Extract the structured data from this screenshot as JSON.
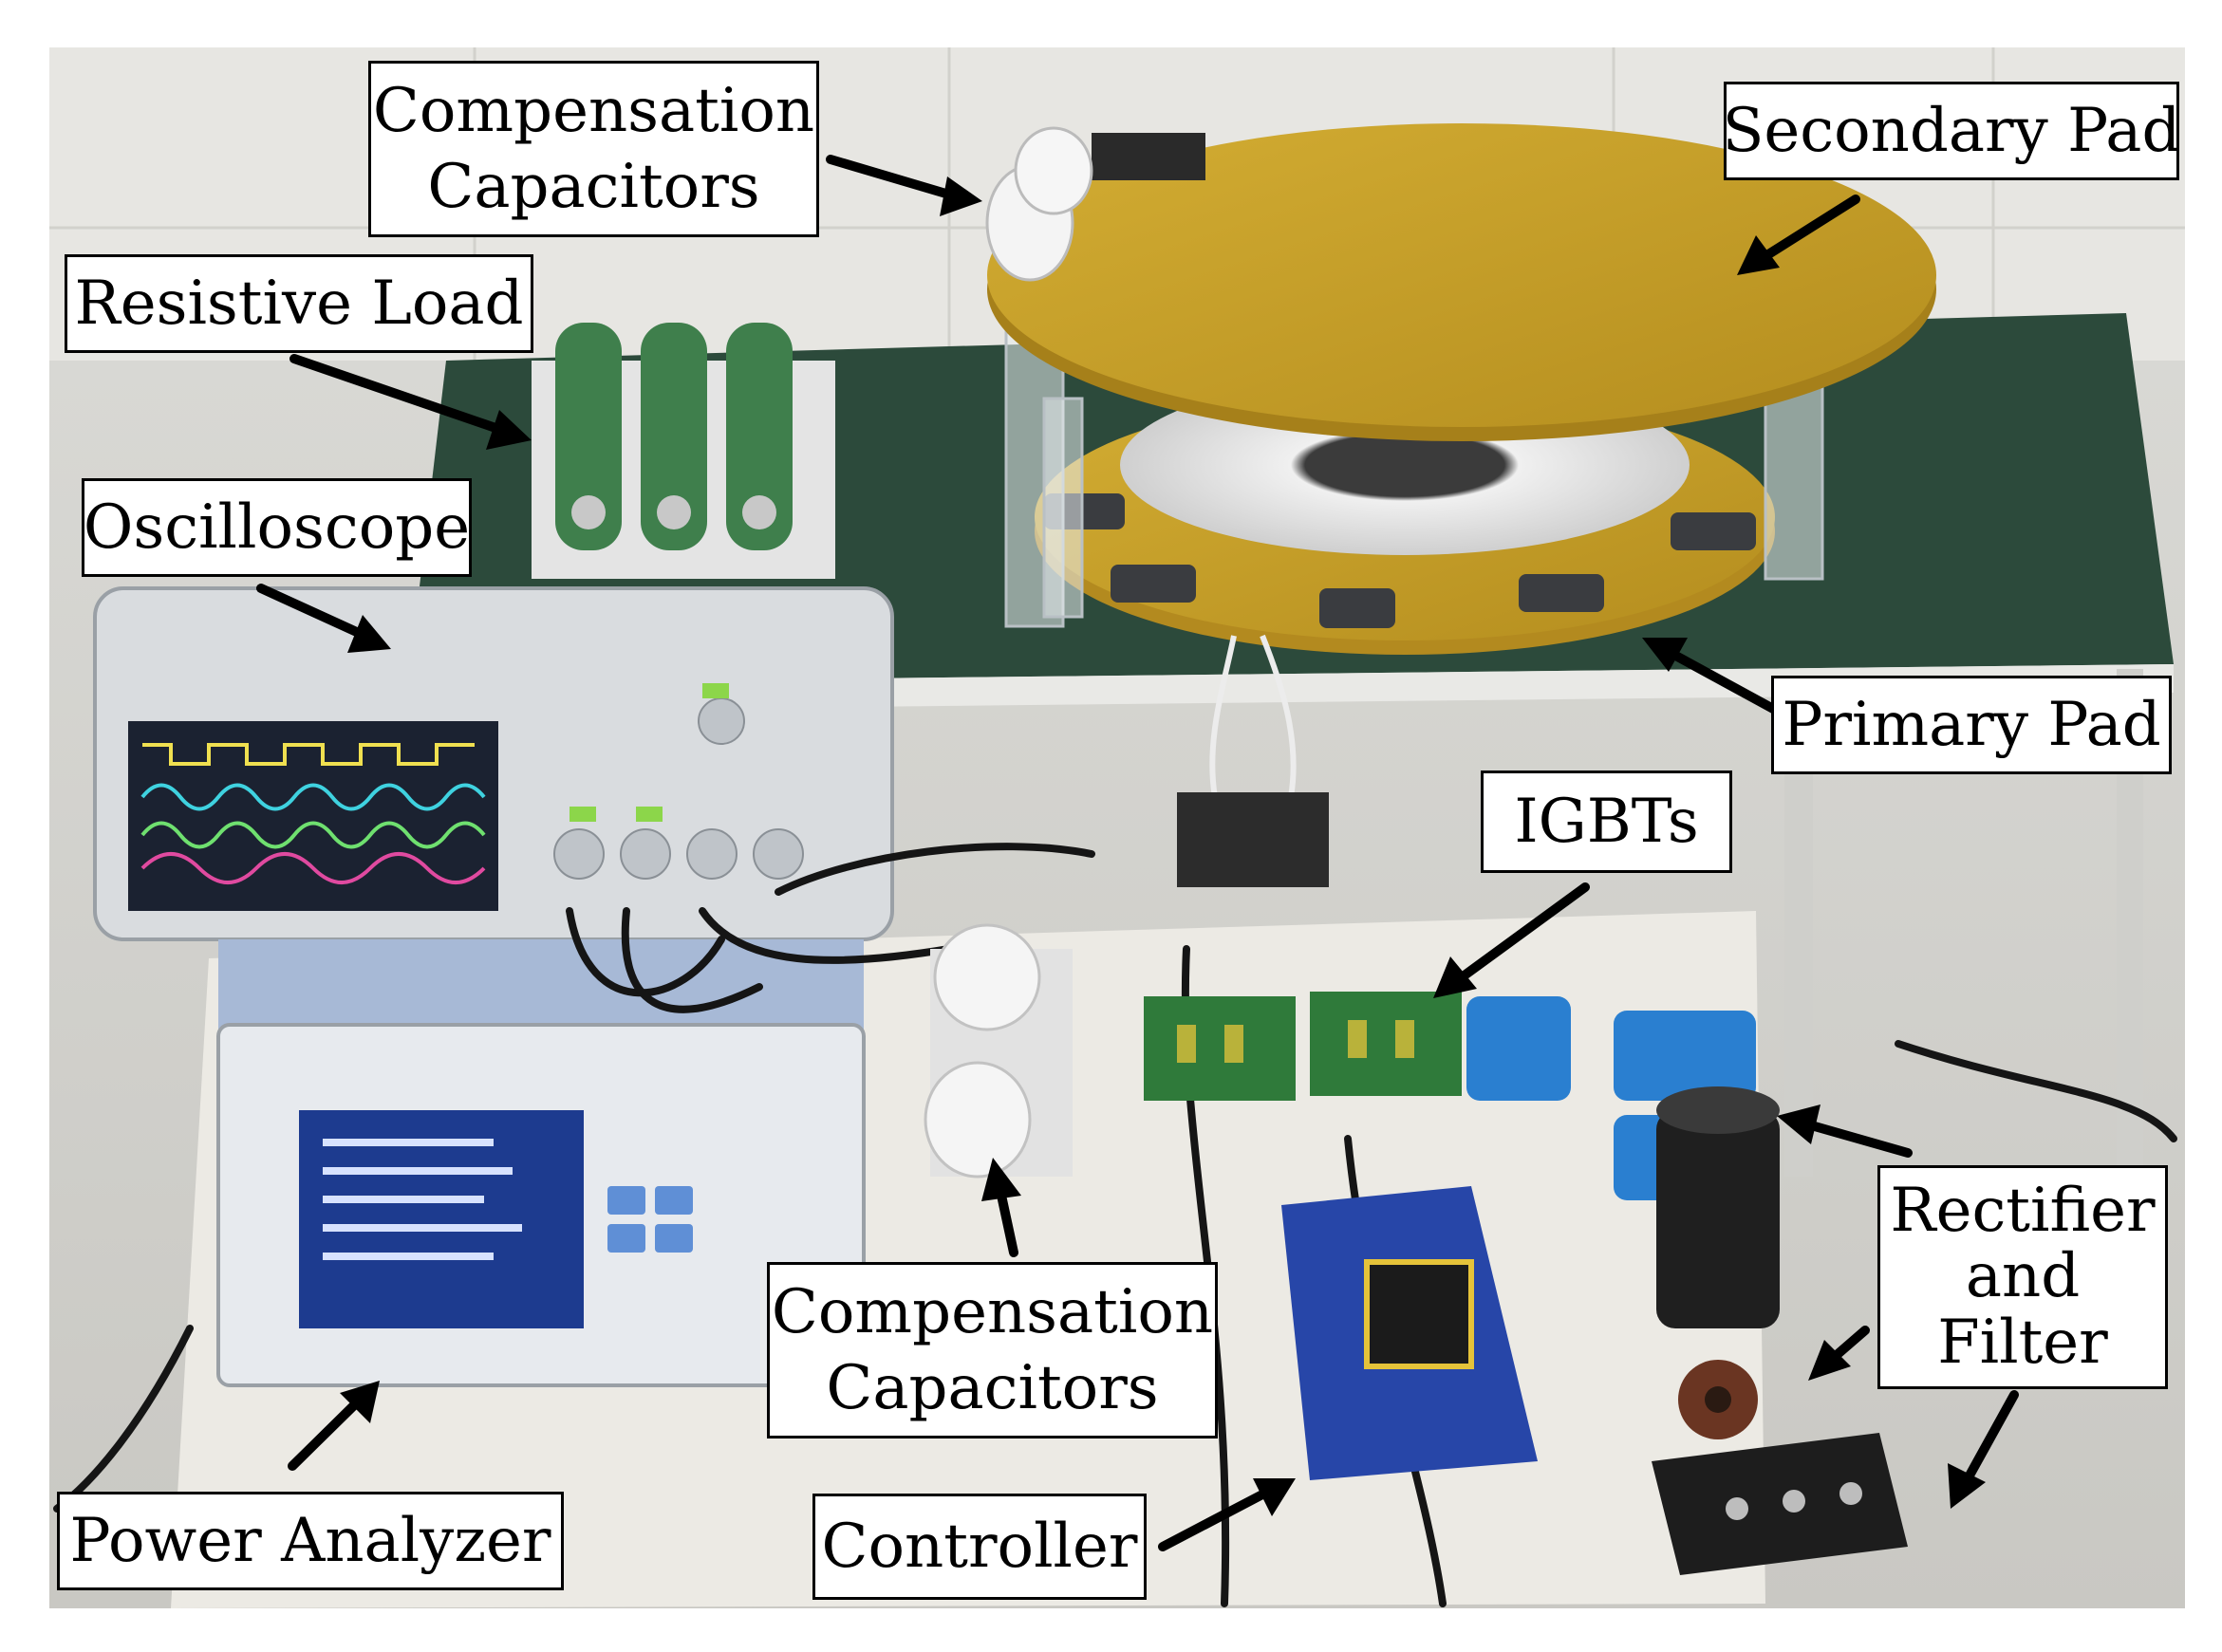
{
  "labels": {
    "compensation_top": [
      "Compensation",
      "Capacitors"
    ],
    "secondary_pad": "Secondary Pad",
    "resistive_load": "Resistive Load",
    "oscilloscope": "Oscilloscope",
    "primary_pad": "Primary Pad",
    "igbts": "IGBTs",
    "rectifier_filter": [
      "Rectifier",
      "and",
      "Filter"
    ],
    "compensation_bottom": [
      "Compensation",
      "Capacitors"
    ],
    "power_analyzer": "Power Analyzer",
    "controller": "Controller"
  },
  "colors": {
    "label_border": "#000000",
    "label_background": "#ffffff",
    "arrow": "#000000",
    "pad_yellow": "#c9a227",
    "table_green": "#2c4a3b",
    "resistor_green": "#3f7f4c",
    "pcb_green": "#2f7a3a",
    "controller_blue": "#2746a8",
    "module_blue": "#2a7fd0"
  }
}
